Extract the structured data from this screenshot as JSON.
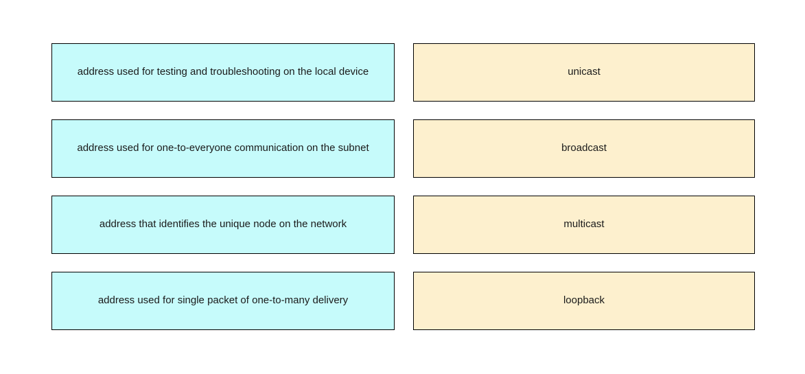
{
  "page": {
    "background": "#ffffff",
    "description_box_color": "#c6fbfb",
    "term_box_color": "#fdf0ce",
    "border_color": "#000000",
    "text_color": "#1a1a1a"
  },
  "rows": [
    {
      "description": "address used for testing and troubleshooting on the local device",
      "term": "unicast"
    },
    {
      "description": "address used for one-to-everyone communication on the subnet",
      "term": "broadcast"
    },
    {
      "description": "address that identifies the unique node on the network",
      "term": "multicast"
    },
    {
      "description": "address used for single packet of one-to-many delivery",
      "term": "loopback"
    }
  ]
}
